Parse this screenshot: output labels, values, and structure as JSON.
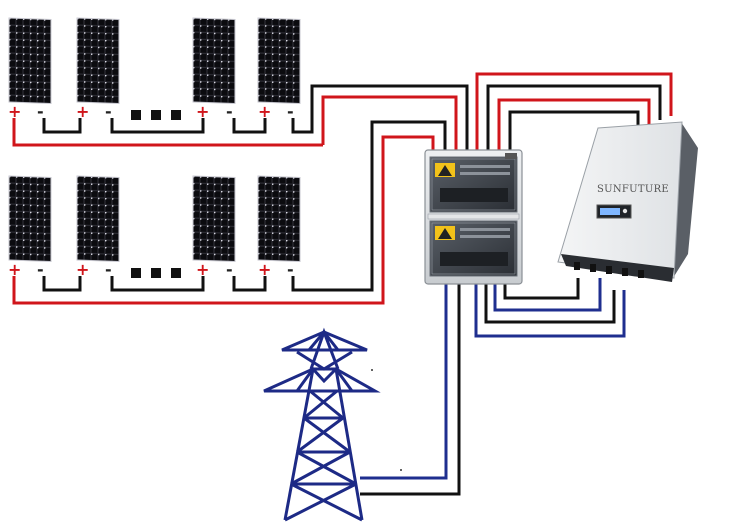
{
  "inverter": {
    "brand": "SUNFUTURE",
    "icon": "inverter-icon"
  },
  "combiner_box": {
    "icon": "combiner-box-icon"
  },
  "grid": {
    "icon": "transmission-tower-icon"
  },
  "panel_rows": [
    {
      "id": "string-1",
      "panels": 4,
      "terminals": [
        "+",
        "-",
        "+",
        "-",
        "+",
        "-",
        "+",
        "-"
      ],
      "continuation": "■ ■ ■"
    },
    {
      "id": "string-2",
      "panels": 4,
      "terminals": [
        "+",
        "-",
        "+",
        "-",
        "+",
        "-",
        "+",
        "-"
      ],
      "continuation": "■ ■ ■"
    }
  ],
  "colors": {
    "positive_wire": "#d0151b",
    "negative_wire": "#111111",
    "ac_neutral_wire": "#1f2f8f",
    "tower": "#1d2a86",
    "panel_cell": "#0c0c0f",
    "panel_grid": "#3a3a44"
  }
}
